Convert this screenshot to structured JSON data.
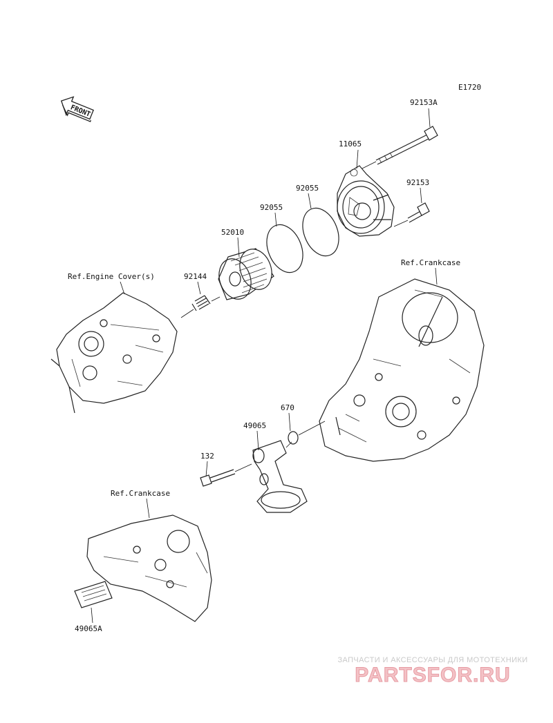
{
  "diagram_code": "E1720",
  "front_label": "FRONT",
  "references": {
    "engine_cover": "Ref.Engine Cover(s)",
    "crankcase_right": "Ref.Crankcase",
    "crankcase_lower": "Ref.Crankcase"
  },
  "parts": {
    "bolt_long": "92153A",
    "cover": "11065",
    "bolt_short": "92153",
    "oring_outer": "92055",
    "oring_inner": "92055",
    "filter": "52010",
    "spring": "92144",
    "oring_small": "670",
    "pipe": "49065",
    "bolt_pipe": "132",
    "screen": "49065A"
  },
  "watermark": {
    "subtitle": "ЗАПЧАСТИ И АКСЕССУАРЫ ДЛЯ МОТОТЕХНИКИ",
    "brand": "PARTSFOR.RU"
  }
}
